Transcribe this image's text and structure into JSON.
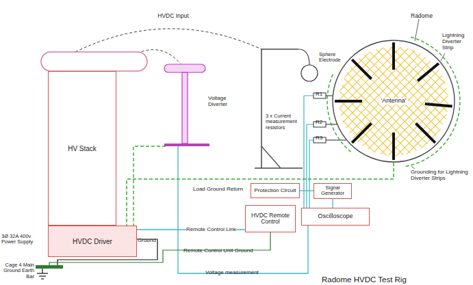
{
  "diagram": {
    "title": "Radome HVDC Test Rig",
    "nodes": [
      {
        "text": [
          "HV Stack"
        ]
      },
      {
        "text": [
          "'Antenna'"
        ]
      },
      {
        "text": [
          "Protection Circuit"
        ]
      },
      {
        "text": [
          "Signal Generator"
        ]
      },
      {
        "text": [
          "HVDC Driver"
        ]
      },
      {
        "text": [
          "HVDC Remote Control"
        ]
      },
      {
        "text": [
          "Oscilloscope"
        ]
      }
    ],
    "edges": [
      {
        "from": 1,
        "to": 4,
        "arrow": "none",
        "label": "Load Ground Return"
      },
      {
        "from": 2,
        "to": 3,
        "arrow": "none"
      },
      {
        "from": 3,
        "to": 6,
        "arrow": "none"
      },
      {
        "from": 4,
        "to": 5,
        "arrow": "none",
        "label": "Remote Control Link"
      }
    ],
    "labels": [
      "HVDC Input",
      "Voltage Diverter",
      "Sphere Electrode",
      "3 x Current measurement resistors",
      "R1",
      "R2",
      "R3",
      "Radome",
      "Lightning Diverter Strip",
      "Grounding for Lightning Diverter Strips",
      "3Ø 32A 400v Power Supply",
      "Ground",
      "Remote Control Unit Ground",
      "Voltage measurement",
      "Cage 4 Main Ground Earth Bar"
    ]
  }
}
